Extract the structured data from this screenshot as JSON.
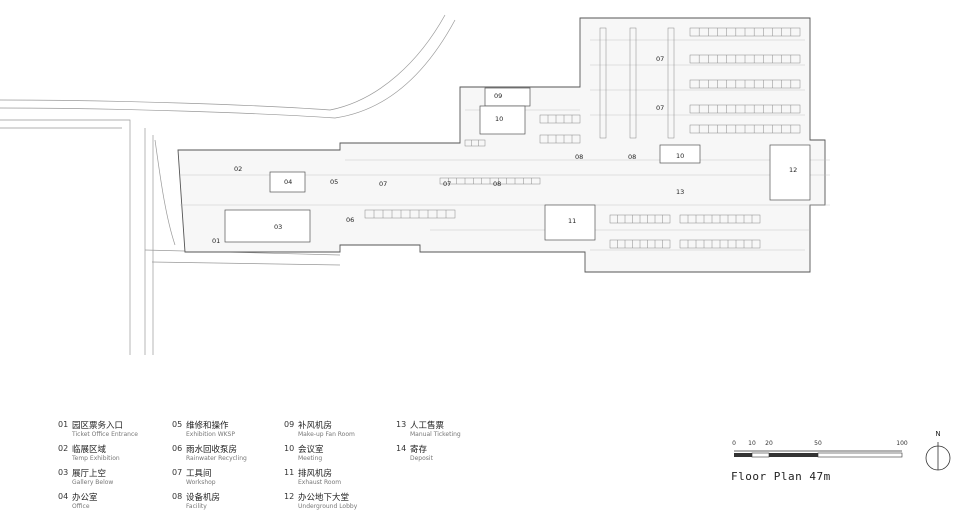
{
  "rooms": [
    "01",
    "02",
    "03",
    "04",
    "05",
    "06",
    "07",
    "07",
    "07",
    "07",
    "08",
    "08",
    "08",
    "09",
    "10",
    "10",
    "11",
    "12",
    "13"
  ],
  "legend": [
    {
      "num": "01",
      "zh": "园区票务入口",
      "en": "Ticket Office Entrance"
    },
    {
      "num": "02",
      "zh": "临展区域",
      "en": "Temp Exhibition"
    },
    {
      "num": "03",
      "zh": "展厅上空",
      "en": "Gallery Below"
    },
    {
      "num": "04",
      "zh": "办公室",
      "en": "Office"
    },
    {
      "num": "05",
      "zh": "维修和操作",
      "en": "Exhibition WKSP"
    },
    {
      "num": "06",
      "zh": "雨水回收泵房",
      "en": "Rainwater Recycling"
    },
    {
      "num": "07",
      "zh": "工具间",
      "en": "Workshop"
    },
    {
      "num": "08",
      "zh": "设备机房",
      "en": "Facility"
    },
    {
      "num": "09",
      "zh": "补风机房",
      "en": "Make-up Fan Room"
    },
    {
      "num": "10",
      "zh": "会议室",
      "en": "Meeting"
    },
    {
      "num": "11",
      "zh": "排风机房",
      "en": "Exhaust Room"
    },
    {
      "num": "12",
      "zh": "办公地下大堂",
      "en": "Underground Lobby"
    },
    {
      "num": "13",
      "zh": "人工售票",
      "en": "Manual Ticketing"
    },
    {
      "num": "14",
      "zh": "寄存",
      "en": "Deposit"
    }
  ],
  "scale": {
    "ticks": [
      "0",
      "10",
      "20",
      "50",
      "100"
    ],
    "title": "Floor Plan 47m"
  },
  "north": {
    "label": "N"
  },
  "colors": {
    "line": "#555555",
    "light": "#aaaaaa",
    "fill": "#f4f4f4"
  }
}
